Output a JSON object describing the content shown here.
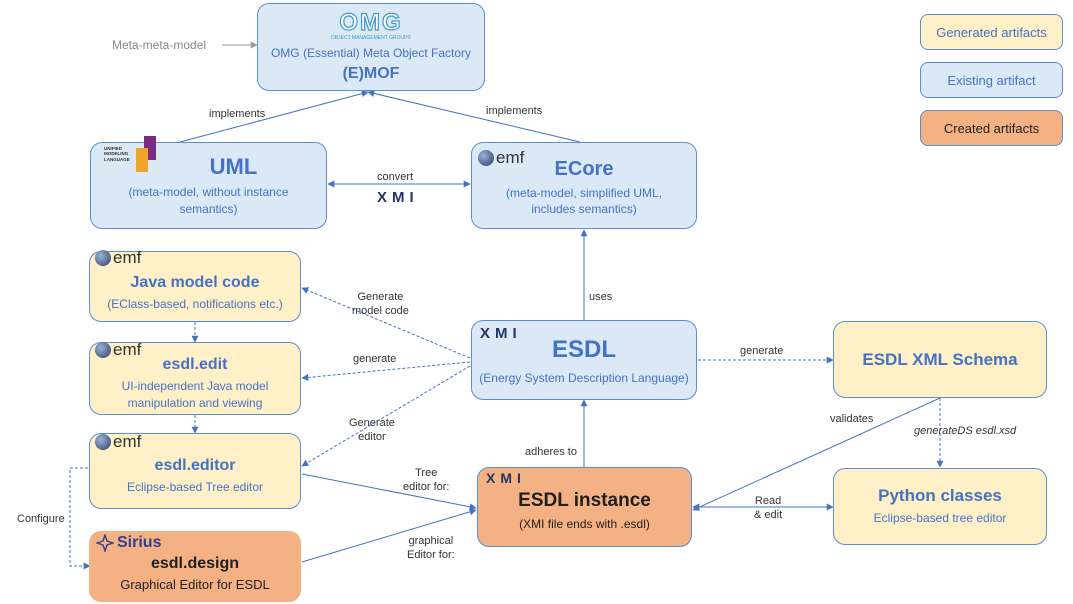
{
  "legend": {
    "generated": "Generated artifacts",
    "existing": "Existing artifact",
    "created": "Created artifacts"
  },
  "meta_label": "Meta-meta-model",
  "emof": {
    "logo_text": "OMG",
    "logo_sub": "OBJECT MANAGEMENT GROUP®",
    "line1": "OMG (Essential) Meta Object Factory",
    "title": "(E)MOF"
  },
  "uml": {
    "title": "UML",
    "sub": "(meta-model, without instance semantics)",
    "logo_text": "UNIFIED MODELING LANGUAGE"
  },
  "ecore": {
    "title": "ECore",
    "sub": "(meta-model, simplified UML, includes semantics)",
    "logo": "emf"
  },
  "java": {
    "title": "Java model code",
    "sub": "(EClass-based, notifications etc.)",
    "logo": "emf"
  },
  "edit": {
    "title": "esdl.edit",
    "sub": "UI-independent Java model manipulation and viewing",
    "logo": "emf"
  },
  "editor": {
    "title": "esdl.editor",
    "sub": "Eclipse-based Tree editor",
    "logo": "emf"
  },
  "design": {
    "logo": "Sirius",
    "title": "esdl.design",
    "sub": "Graphical Editor for ESDL"
  },
  "esdl": {
    "xmi": "XMI",
    "title": "ESDL",
    "sub": "(Energy System Description Language)"
  },
  "instance": {
    "xmi": "XMI",
    "title": "ESDL instance",
    "sub": "(XMI file ends with .esdl)"
  },
  "schema": {
    "title": "ESDL XML Schema"
  },
  "python": {
    "title": "Python classes",
    "sub": "Eclipse-based tree editor"
  },
  "edges": {
    "implements_left": "implements",
    "implements_right": "implements",
    "convert": "convert",
    "convert_xmi": "XMI",
    "uses": "uses",
    "gen_model_code": "Generate\nmodel code",
    "generate_edit": "generate",
    "gen_editor": "Generate\neditor",
    "generate_schema": "generate",
    "adheres": "adheres to",
    "validates": "validates",
    "generateds": "generateDS esdl.xsd",
    "tree_editor": "Tree\neditor for:",
    "graphical_editor": "graphical\nEditor for:",
    "read_edit": "Read\n& edit",
    "configure": "Configure"
  }
}
